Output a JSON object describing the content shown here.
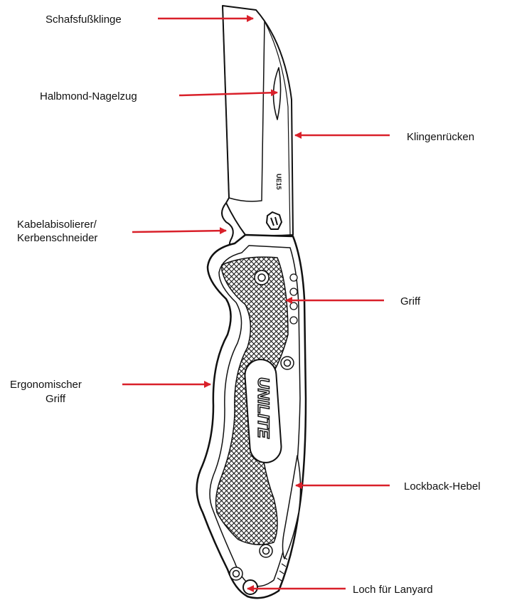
{
  "diagram": {
    "labels": {
      "sheepsfoot_blade": "Schafsfußklinge",
      "nail_nick": "Halbmond-Nagelzug",
      "blade_spine": "Klingenrücken",
      "wire_stripper_line1": "Kabelabisolierer/",
      "wire_stripper_line2": "Kerbenschneider",
      "handle": "Griff",
      "ergonomic_grip_line1": "Ergonomischer",
      "ergonomic_grip_line2": "Griff",
      "lockback_lever": "Lockback-Hebel",
      "lanyard_hole": "Loch für Lanyard"
    },
    "brand_text": "UNILITE",
    "blade_marking": "UE15",
    "colors": {
      "arrow": "#d9202a",
      "outline": "#111111",
      "fill": "#ffffff"
    }
  }
}
